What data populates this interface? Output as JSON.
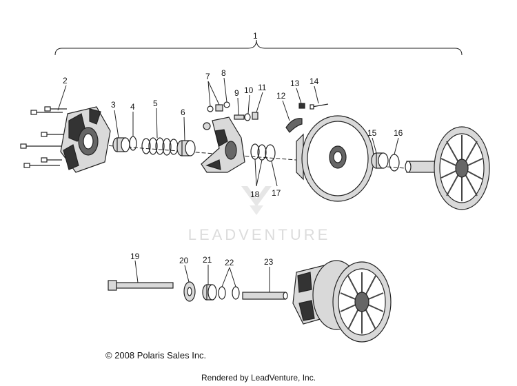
{
  "labels": {
    "assembly": "1",
    "p2": "2",
    "p3": "3",
    "p4": "4",
    "p5": "5",
    "p6": "6",
    "p7": "7",
    "p8": "8",
    "p9": "9",
    "p10": "10",
    "p11": "11",
    "p12": "12",
    "p13": "13",
    "p14": "14",
    "p15": "15",
    "p16": "16",
    "p17": "17",
    "p18": "18",
    "p19": "19",
    "p20": "20",
    "p21": "21",
    "p22": "22",
    "p23": "23"
  },
  "watermark": "LEADVENTURE",
  "copyright": "© 2008 Polaris Sales Inc.",
  "rendered_by": "Rendered by LeadVenture, Inc."
}
